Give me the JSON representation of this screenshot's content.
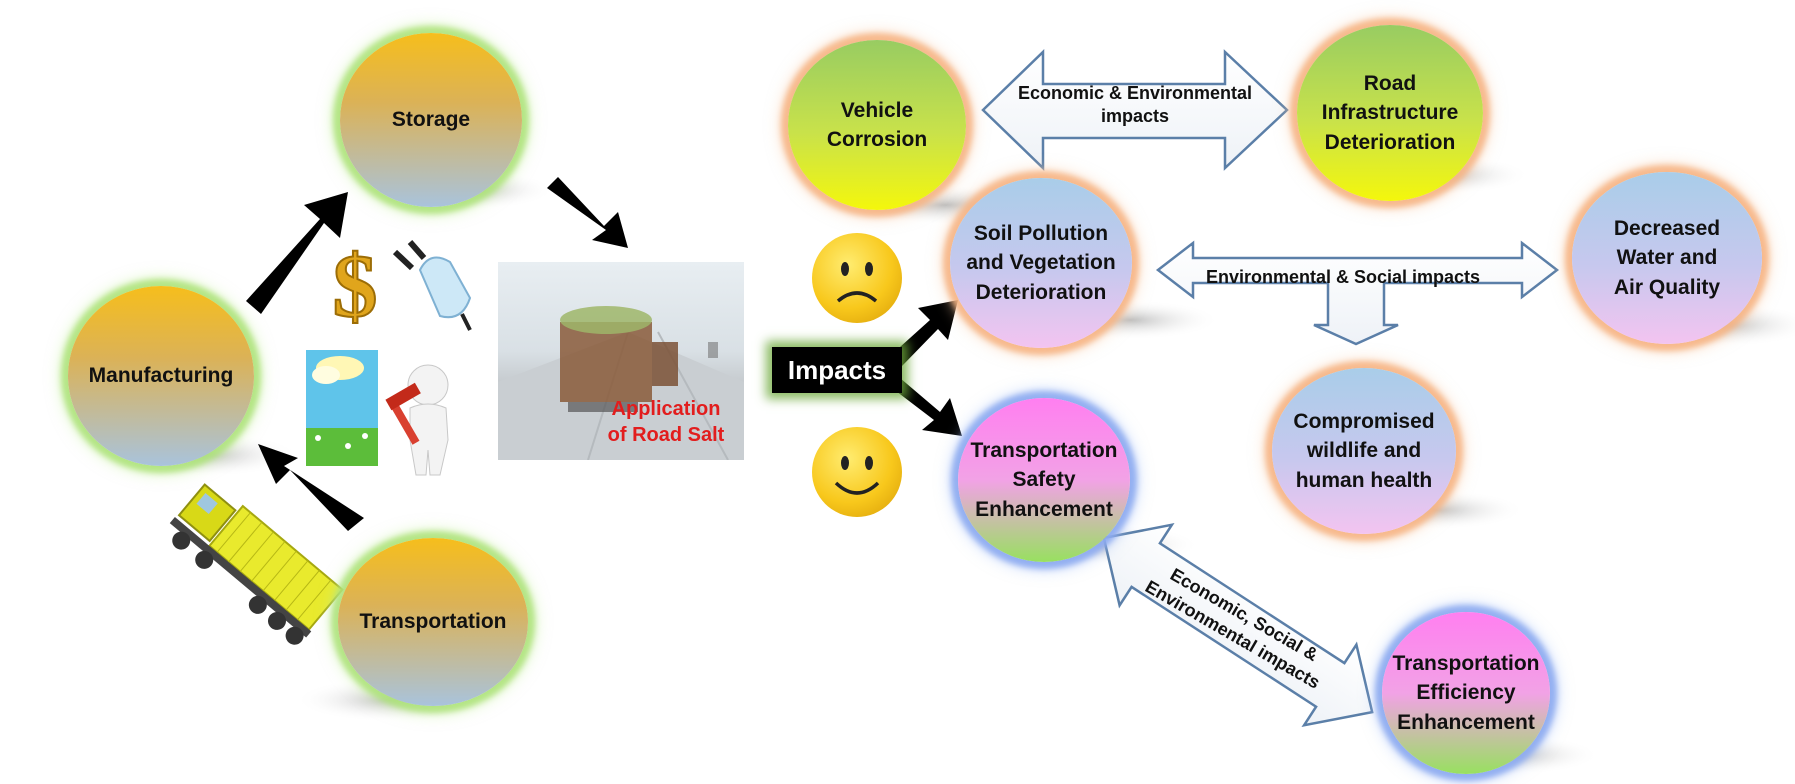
{
  "nodes": {
    "storage": "Storage",
    "manufacturing": "Manufacturing",
    "transportation": "Transportation",
    "vehicle_corrosion": [
      "Vehicle",
      "Corrosion"
    ],
    "road_infrastructure": [
      "Road",
      "Infrastructure",
      "Deterioration"
    ],
    "soil_pollution": [
      "Soil Pollution",
      "and Vegetation",
      "Deterioration"
    ],
    "water_air": [
      "Decreased",
      "Water and",
      "Air Quality"
    ],
    "wildlife_health": [
      "Compromised",
      "wildlife and",
      "human health"
    ],
    "safety": [
      "Transportation",
      "Safety",
      "Enhancement"
    ],
    "efficiency": [
      "Transportation",
      "Efficiency",
      "Enhancement"
    ]
  },
  "edge_labels": {
    "econ_env": [
      "Economic & Environmental",
      "impacts"
    ],
    "env_social": "Environmental & Social impacts",
    "econ_social_env": [
      "Economic, Social &",
      "Environmental impacts"
    ]
  },
  "center": {
    "impacts": "Impacts",
    "application": [
      "Application",
      "of Road Salt"
    ]
  },
  "icons": [
    "dollar-icon",
    "plug-icon",
    "landscape-icon",
    "worker-hammer-icon",
    "dump-truck-icon",
    "salt-spreader-truck-icon",
    "sad-face-icon",
    "happy-face-icon"
  ],
  "colors": {
    "arrow_black": "#000000",
    "arrow_outline": "#5b7fa8",
    "application_text": "#e21d1d"
  }
}
